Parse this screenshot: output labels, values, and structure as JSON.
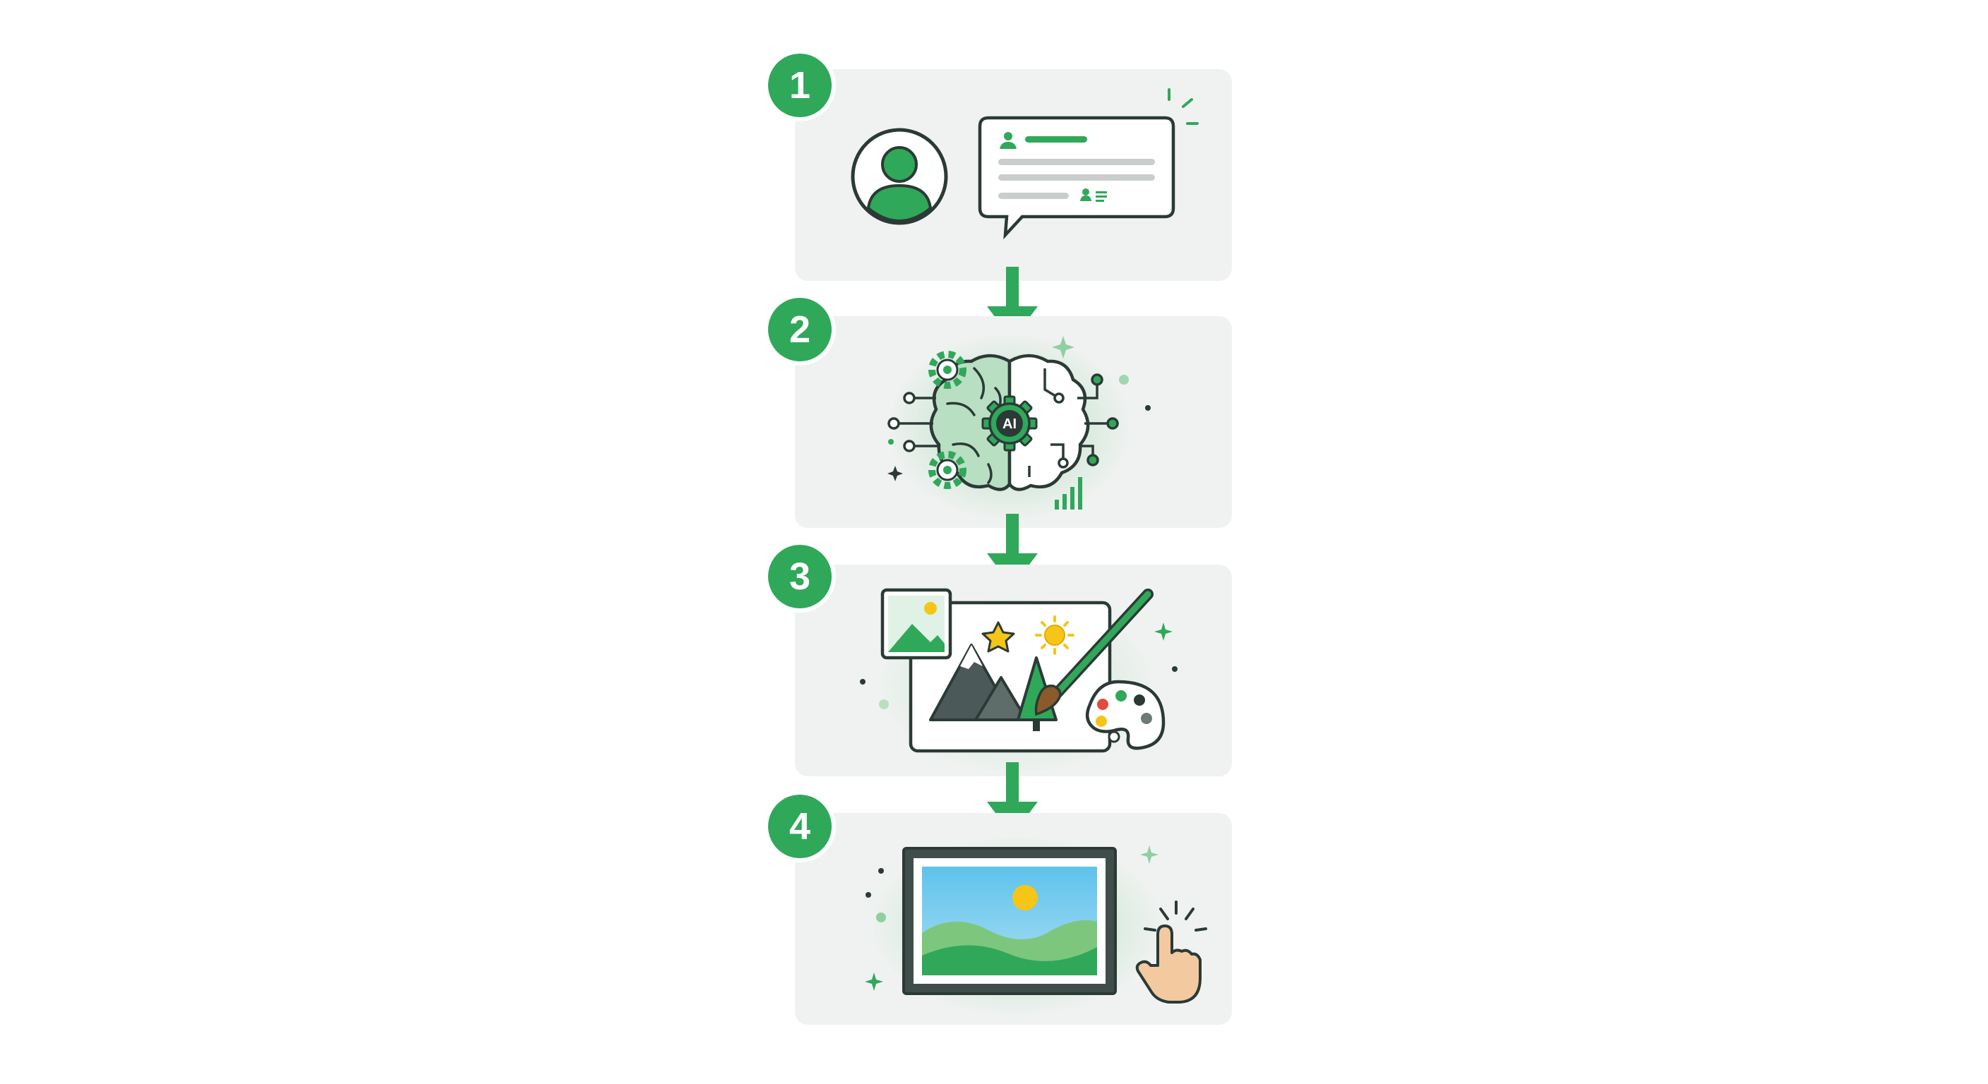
{
  "steps": [
    {
      "number": "1",
      "icon": "user-chat-icon"
    },
    {
      "number": "2",
      "icon": "ai-brain-icon"
    },
    {
      "number": "3",
      "icon": "image-painting-icon"
    },
    {
      "number": "4",
      "icon": "framed-image-click-icon"
    }
  ],
  "ai_chip_label": "AI",
  "colors": {
    "accent": "#2fa85a",
    "panel": "#f0f2f1",
    "outline": "#2b3a36",
    "light_green": "#b9dfc3",
    "sun": "#f5c518",
    "skin": "#f3c9a0"
  }
}
